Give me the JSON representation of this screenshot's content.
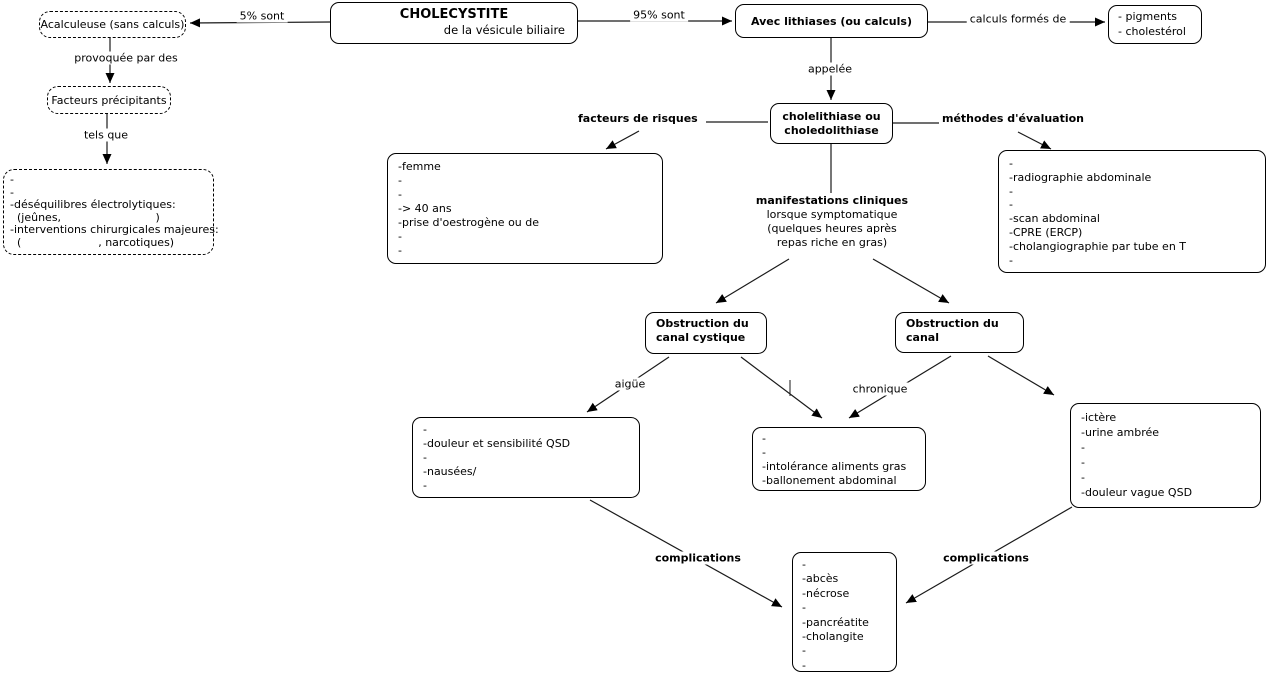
{
  "colors": {
    "border": "#000000",
    "background": "#ffffff",
    "text": "#000000"
  },
  "nodes": {
    "acalculeuse": {
      "label": "Acalculeuse (sans calculs)"
    },
    "facteurs_precipitants": {
      "label": "Facteurs précipitants"
    },
    "precipitants_detail": {
      "lines": [
        "-",
        "-",
        "-déséquilibres électrolytiques:",
        "  (jeûnes,                           )",
        "-interventions chirurgicales majeures:",
        "  (                      , narcotiques)"
      ]
    },
    "cholecystite": {
      "title": "CHOLECYSTITE",
      "subtitle": "de la vésicule biliaire"
    },
    "avec_lithiases": {
      "label": "Avec lithiases (ou calculs)"
    },
    "calcul_composition": {
      "lines": [
        "- pigments",
        "- cholestérol"
      ]
    },
    "cholelithiase": {
      "lines": [
        "cholelithiase ou",
        "choledolithiase"
      ]
    },
    "facteurs_risque_detail": {
      "lines": [
        "-femme",
        "-",
        "-",
        "-> 40 ans",
        "-prise d'oestrogène ou de",
        "-",
        "-"
      ]
    },
    "methodes_evaluation_detail": {
      "lines": [
        "-",
        "-radiographie abdominale",
        "-",
        "-",
        "-scan abdominal",
        "-CPRE (ERCP)",
        "-cholangiographie par tube en T",
        "-"
      ]
    },
    "manifestations": {
      "title": "manifestations cliniques",
      "lines": [
        "lorsque symptomatique",
        "(quelques heures après",
        "repas riche en gras)"
      ]
    },
    "obstruction_cystique": {
      "lines": [
        "Obstruction du",
        "canal cystique"
      ]
    },
    "obstruction_canal": {
      "lines": [
        "Obstruction du",
        "canal"
      ]
    },
    "symptomes_aigus": {
      "lines": [
        "-",
        "-douleur et sensibilité QSD",
        "-",
        "-nausées/",
        "-"
      ]
    },
    "symptomes_chroniques": {
      "lines": [
        "-",
        "-",
        "-intolérance aliments gras",
        "-ballonement abdominal"
      ]
    },
    "symptomes_obstruction": {
      "lines": [
        "-ictère",
        "-urine ambrée",
        "-",
        "-",
        "-",
        "-douleur vague QSD"
      ]
    },
    "complications_detail": {
      "lines": [
        "-",
        "-abcès",
        "-nécrose",
        "-",
        "-pancréatite",
        "-cholangite",
        "-",
        "-"
      ]
    }
  },
  "edge_labels": {
    "pct_5": "5% sont",
    "pct_95": "95% sont",
    "calculs_formes": "calculs formés de",
    "appelee": "appelée",
    "provoquee_par": "provoquée par des",
    "tels_que": "tels que",
    "facteurs_risques": "facteurs de risques",
    "methodes_evaluation": "méthodes d'évaluation",
    "aigue": "aigüe",
    "chronique": "chronique",
    "complications_gauche": "complications",
    "complications_droite": "complications"
  }
}
